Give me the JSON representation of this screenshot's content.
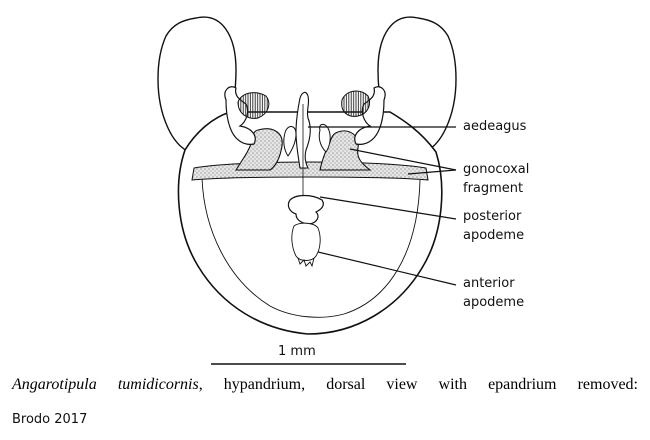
{
  "labels": {
    "aedeagus": "aedeagus",
    "gonocoxal_line1": "gonocoxal",
    "gonocoxal_line2": "fragment",
    "posterior_line1": "posterior",
    "posterior_line2": "apodeme",
    "anterior_line1": "anterior",
    "anterior_line2": "apodeme"
  },
  "scale_bar": {
    "label": "1 mm"
  },
  "caption": {
    "species": "Angarotipula tumidicornis",
    "rest": ", hypandrium, dorsal view with epandrium removed:"
  },
  "credit": "Brodo 2017"
}
